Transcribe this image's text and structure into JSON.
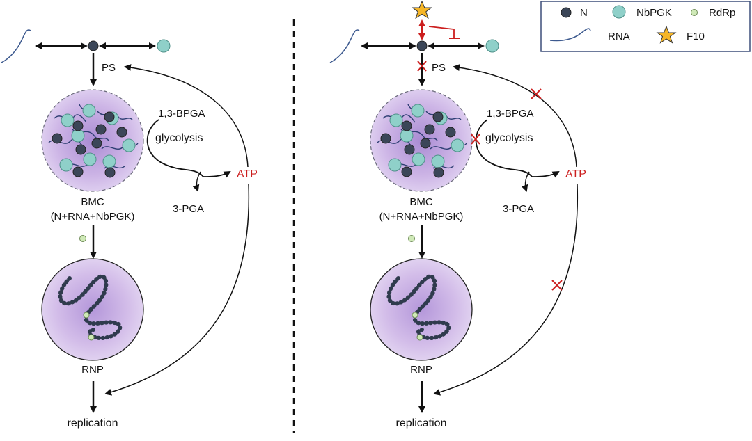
{
  "colors": {
    "n_fill": "#3b4658",
    "nbpgk_fill": "#8fd0c9",
    "rdrp_fill": "#cfe9b7",
    "rna_stroke": "#3d5a8f",
    "inhibit_red": "#cc1f1f",
    "star_fill": "#f6b627",
    "condensate_fill": "#d9c5ec",
    "condensate_center": "#b596d8"
  },
  "legend": {
    "items": [
      {
        "icon": "n-dot-icon",
        "label": "N"
      },
      {
        "icon": "nbpgk-dot-icon",
        "label": "NbPGK"
      },
      {
        "icon": "rdrp-dot-icon",
        "label": "RdRp"
      },
      {
        "icon": "rna-line-icon",
        "label": "RNA"
      },
      {
        "icon": "star-icon",
        "label": "F10"
      }
    ]
  },
  "panels": [
    {
      "id": "left",
      "labels": {
        "ps": "PS",
        "bpga": "1,3-BPGA",
        "glycolysis": "glycolysis",
        "atp": "ATP",
        "pga": "3-PGA",
        "bmc": "BMC",
        "bmc_sub": "(N+RNA+NbPGK)",
        "rnp": "RNP",
        "replication": "replication"
      }
    },
    {
      "id": "right",
      "labels": {
        "ps": "PS",
        "bpga": "1,3-BPGA",
        "glycolysis": "glycolysis",
        "atp": "ATP",
        "pga": "3-PGA",
        "bmc": "BMC",
        "bmc_sub": "(N+RNA+NbPGK)",
        "rnp": "RNP",
        "replication": "replication"
      }
    }
  ]
}
